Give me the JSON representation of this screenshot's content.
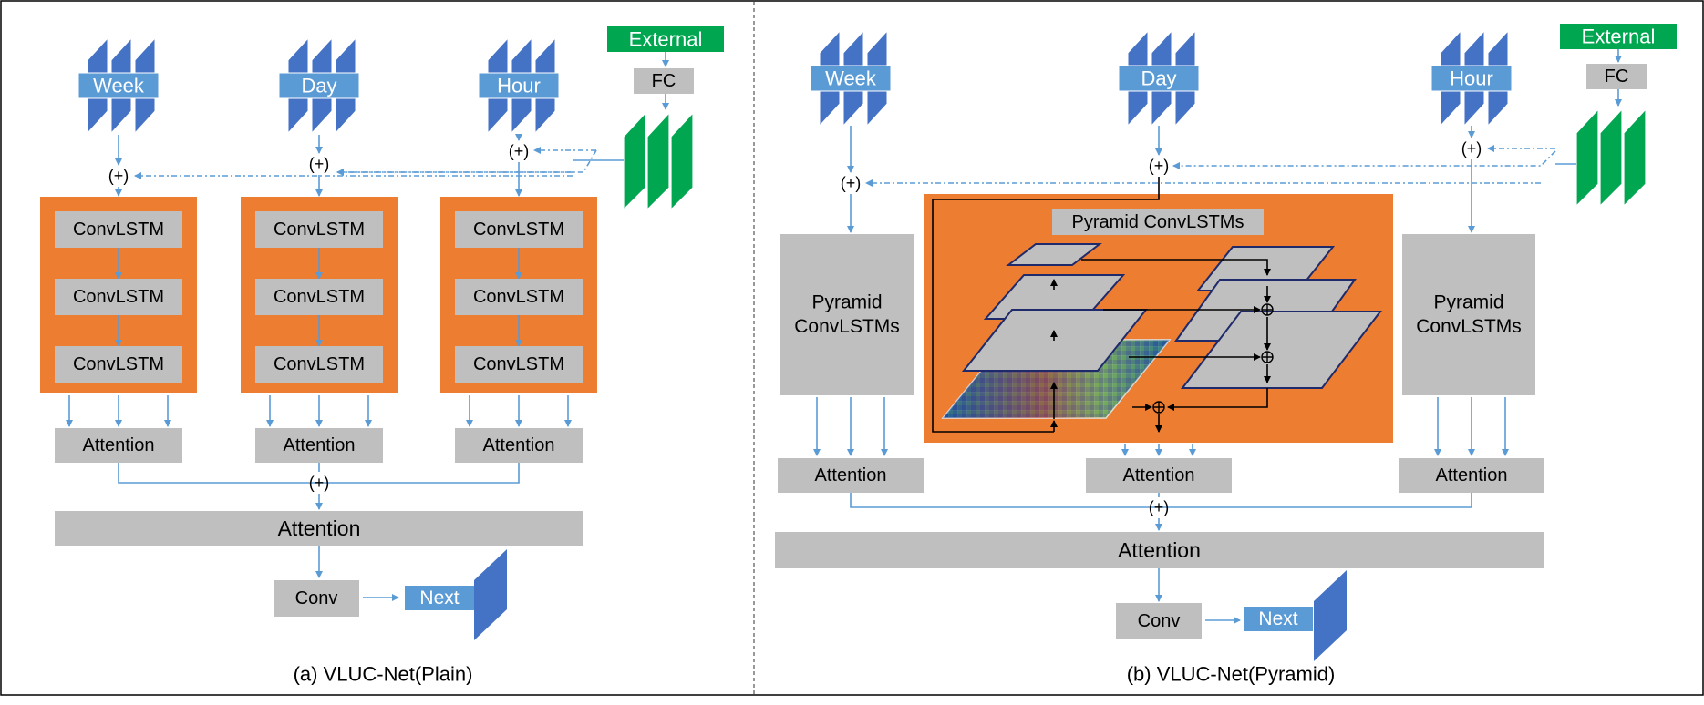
{
  "panel_a": {
    "caption": "(a) VLUC-Net(Plain)",
    "inputs": {
      "week": "Week",
      "day": "Day",
      "hour": "Hour"
    },
    "external": "External",
    "fc": "FC",
    "sum_symbol": "(+)",
    "convlstm": "ConvLSTM",
    "attention": "Attention",
    "attention_final": "Attention",
    "conv": "Conv",
    "next": "Next"
  },
  "panel_b": {
    "caption": "(b) VLUC-Net(Pyramid)",
    "inputs": {
      "week": "Week",
      "day": "Day",
      "hour": "Hour"
    },
    "external": "External",
    "fc": "FC",
    "sum_symbol": "(+)",
    "pyramid_block": "Pyramid ConvLSTMs",
    "pyramid_title": "Pyramid ConvLSTMs",
    "attention": "Attention",
    "attention_final": "Attention",
    "conv": "Conv",
    "next": "Next"
  },
  "colors": {
    "input_blue": "#4472c4",
    "label_blue": "#5b9bd5",
    "arrow_blue": "#5b9bd5",
    "orange": "#ed7d31",
    "gray": "#bfbfbf",
    "green": "#00a650",
    "dark_green": "#00843d"
  }
}
